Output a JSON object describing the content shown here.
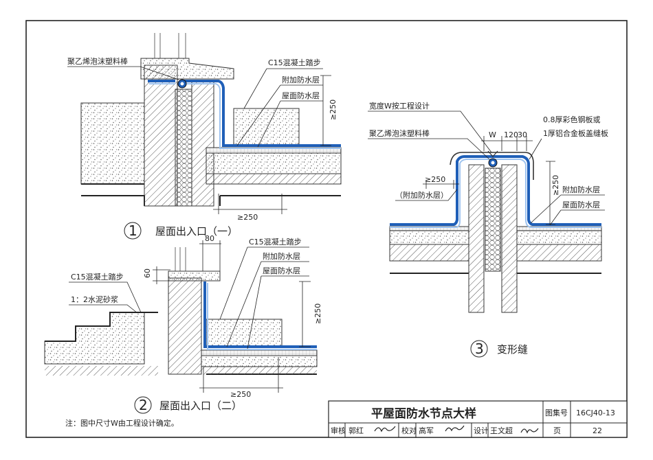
{
  "details": [
    {
      "number": "1",
      "caption": "屋面出入口（一）",
      "labels": {
        "foam_rod": "聚乙烯泡沫塑料棒",
        "step": "C15混凝土踏步",
        "additional_membrane": "附加防水层",
        "roof_membrane": "屋面防水层",
        "dim_vertical": "≥250",
        "dim_horizontal": "≥250"
      }
    },
    {
      "number": "2",
      "caption": "屋面出入口（二）",
      "labels": {
        "step_right": "C15混凝土踏步",
        "additional_membrane": "附加防水层",
        "roof_membrane": "屋面防水层",
        "step_left": "C15混凝土踏步",
        "mortar": "1：2水泥砂浆",
        "dim_80": "80",
        "dim_60": "60",
        "dim_vertical": "≥250",
        "dim_horizontal": "≥250"
      }
    },
    {
      "number": "3",
      "caption": "变形缝",
      "labels": {
        "width_note": "宽度W按工程设计",
        "foam_rod": "聚乙烯泡沫塑料棒",
        "cover_plate_1": "0.8厚彩色钢板或",
        "cover_plate_2": "1厚铝合金板盖缝板",
        "dim_w": "W",
        "dim_120": "120",
        "dim_30": "30",
        "dim_left": "≥250",
        "additional_left": "（附加防水层）",
        "dim_right": "≥250",
        "additional_membrane": "附加防水层",
        "roof_membrane": "屋面防水层"
      }
    }
  ],
  "note": "注：图中尺寸W由工程设计确定。",
  "title_block": {
    "title": "平屋面防水节点大样",
    "atlas_label": "图集号",
    "atlas_no": "16CJ40-13",
    "review_label": "审核",
    "reviewer": "郭红",
    "check_label": "校对",
    "checker": "高军",
    "design_label": "设计",
    "designer": "王文超",
    "page_label": "页",
    "page_no": "22"
  }
}
